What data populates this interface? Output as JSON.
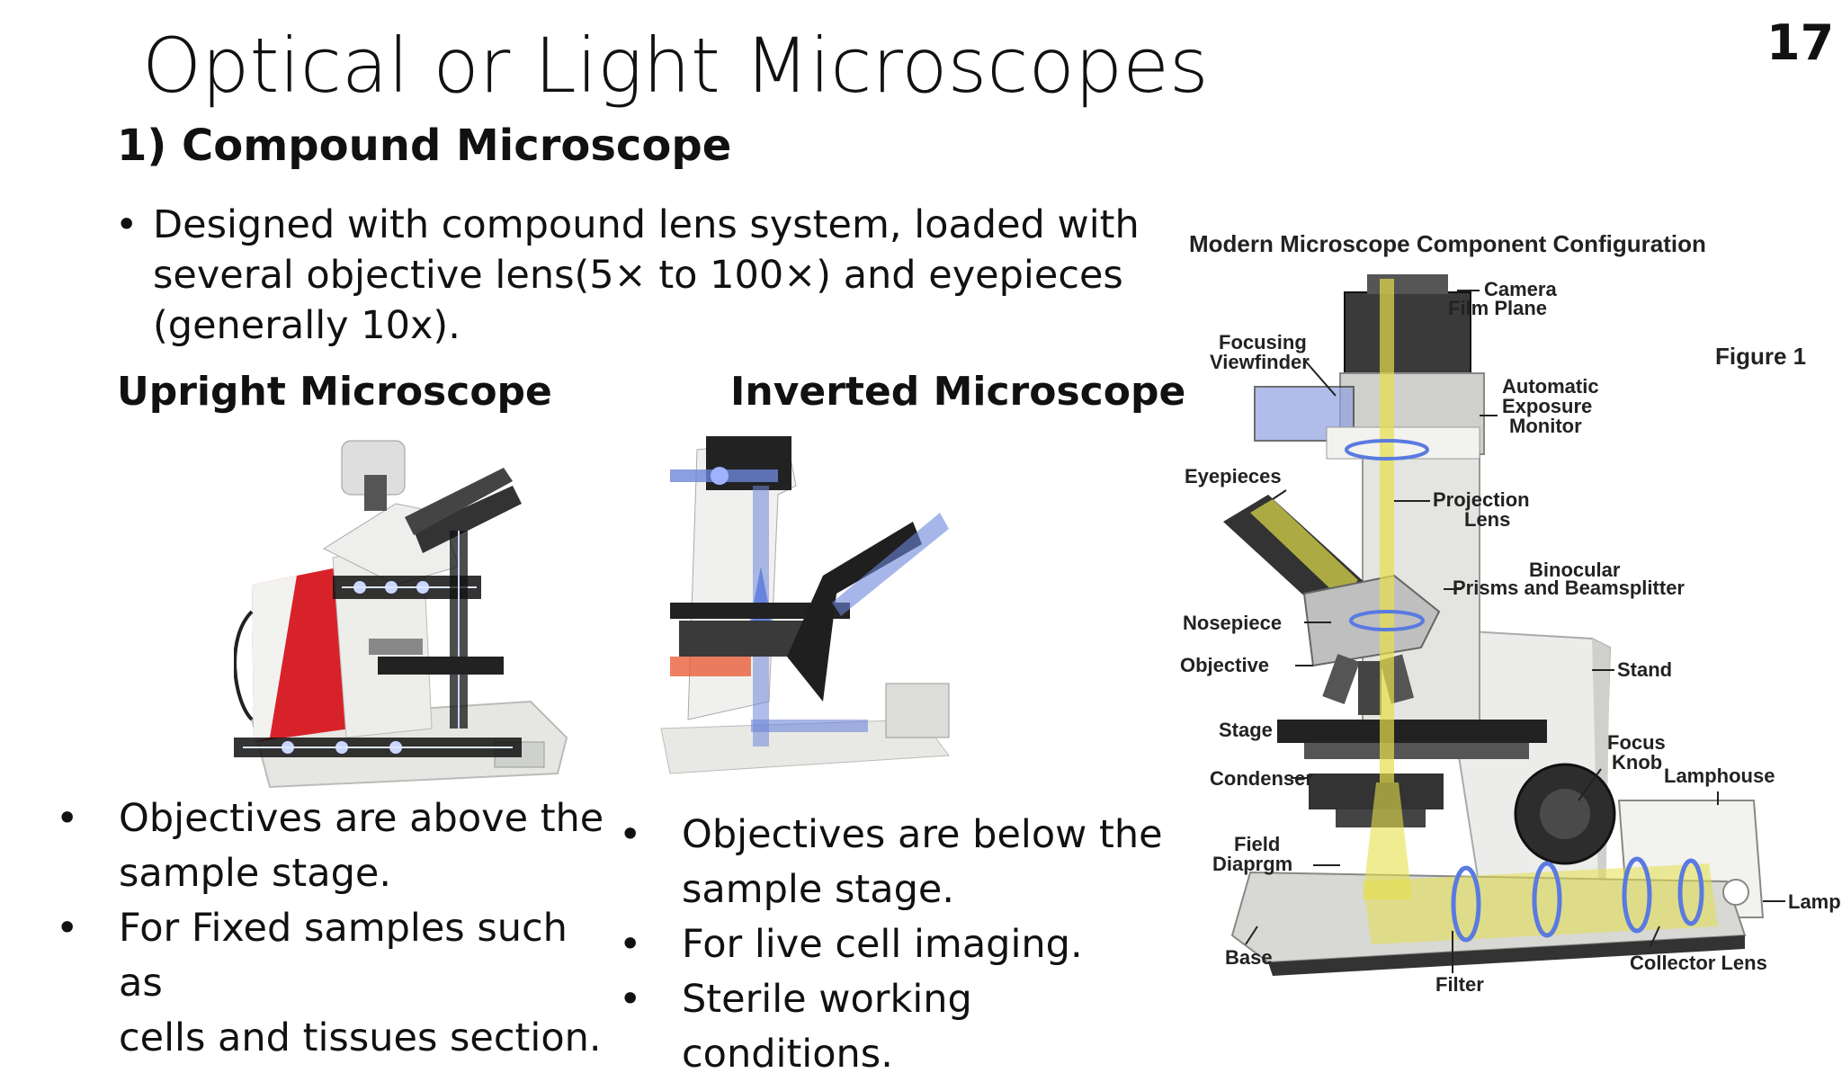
{
  "slide": {
    "title": "Optical or Light Microscopes",
    "number": "17",
    "subtitle": "1) Compound Microscope",
    "main_bullet_line1": "Designed with compound lens system, loaded with",
    "main_bullet_line2": "several objective lens(5× to 100×) and eyepieces",
    "main_bullet_line3": "(generally 10x).",
    "bullet_glyph": "•"
  },
  "upright": {
    "heading": "Upright Microscope",
    "bullets": [
      {
        "line1": "Objectives are above the",
        "line2": "sample stage."
      },
      {
        "line1": "For Fixed samples such as",
        "line2": "cells and tissues section."
      }
    ]
  },
  "inverted": {
    "heading": "Inverted Microscope",
    "bullets": [
      {
        "line1": "Objectives are below the",
        "line2": "sample stage."
      },
      {
        "line1": "For live cell imaging.",
        "line2": ""
      },
      {
        "line1": "Sterile working conditions.",
        "line2": ""
      }
    ]
  },
  "diagram": {
    "title": "Modern Microscope Component Configuration",
    "figure_label": "Figure 1",
    "labels": {
      "camera": "Camera",
      "film_plane": "Film Plane",
      "focusing": "Focusing",
      "viewfinder": "Viewfinder",
      "automatic": "Automatic",
      "exposure": "Exposure",
      "monitor": "Monitor",
      "eyepieces": "Eyepieces",
      "projection": "Projection",
      "lens": "Lens",
      "binocular": "Binocular",
      "prisms": "Prisms and Beamsplitter",
      "nosepiece": "Nosepiece",
      "objective": "Objective",
      "stand": "Stand",
      "stage": "Stage",
      "focus": "Focus",
      "knob": "Knob",
      "condenser": "Condenser",
      "lamphouse": "Lamphouse",
      "field": "Field",
      "diaphragm": "Diaprgm",
      "lamp": "Lamp",
      "base": "Base",
      "filter": "Filter",
      "collector": "Collector Lens"
    }
  },
  "colors": {
    "text": "#111111",
    "light_path_yellow": "#e6e04a",
    "light_path_blue": "#6d86d8",
    "leica_red": "#d8222a",
    "body_grey": "#e4e4e0"
  }
}
